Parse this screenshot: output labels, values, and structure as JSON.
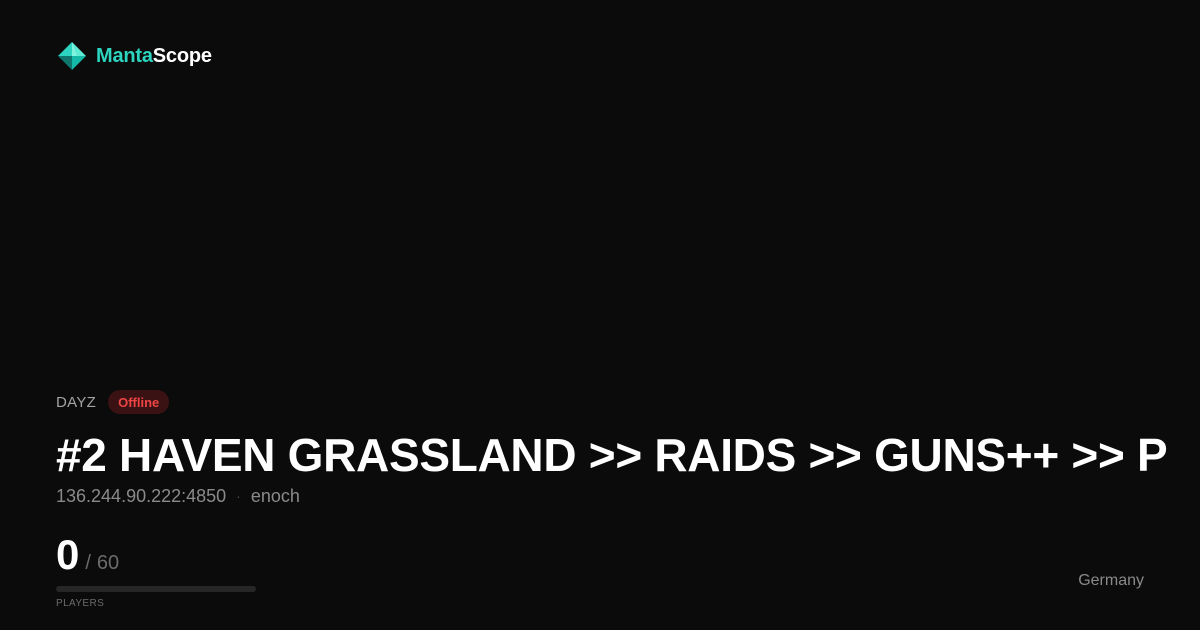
{
  "brand": {
    "name_accent": "Manta",
    "name_rest": "Scope",
    "logo_icon": "diamond-gem-icon",
    "accent_color": "#2dd4bf"
  },
  "server": {
    "game": "DAYZ",
    "status": "Offline",
    "status_color": "#ef4444",
    "title": "#2 HAVEN GRASSLAND >> RAIDS >> GUNS++ >> P",
    "address": "136.244.90.222:4850",
    "separator": "·",
    "map": "enoch",
    "country": "Germany"
  },
  "players": {
    "current": "0",
    "slash": "/",
    "max": "60",
    "label": "PLAYERS",
    "fill_fraction": 0
  }
}
